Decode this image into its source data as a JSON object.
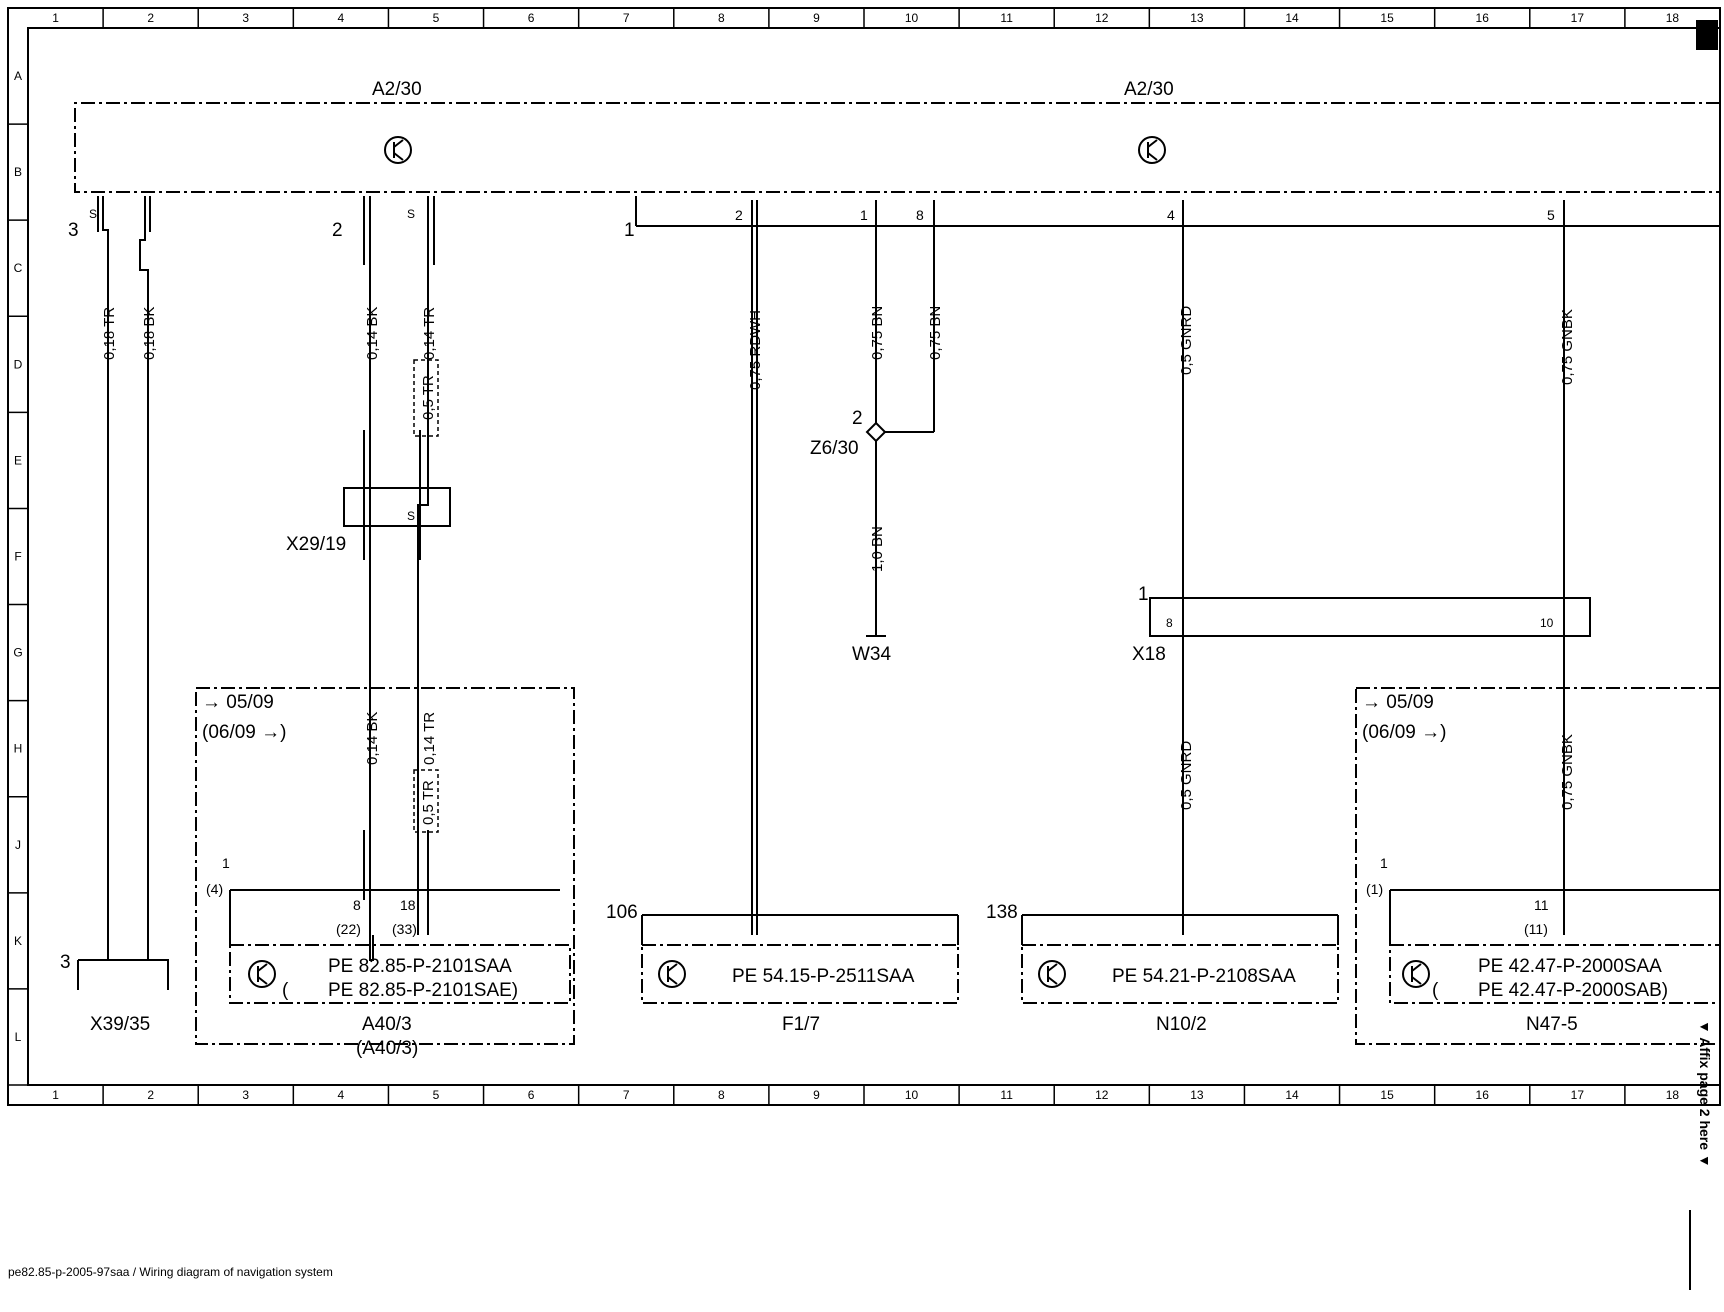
{
  "grid": {
    "columns": [
      "1",
      "2",
      "3",
      "4",
      "5",
      "6",
      "7",
      "8",
      "9",
      "10",
      "11",
      "12",
      "13",
      "14",
      "15",
      "16",
      "17",
      "18"
    ],
    "rows": [
      "A",
      "B",
      "C",
      "D",
      "E",
      "F",
      "G",
      "H",
      "J",
      "K",
      "L"
    ]
  },
  "control_unit": {
    "label_left": "A2/30",
    "label_right": "A2/30"
  },
  "pins_top": {
    "s1": "S",
    "s2": "S",
    "p3": "3",
    "p2": "2",
    "p1": "1",
    "w2": "2",
    "w1": "1",
    "w8": "8",
    "w4": "4",
    "w5": "5"
  },
  "wires": {
    "w_018tr": "0,18 TR",
    "w_018bk": "0,18 BK",
    "w_014bk_top": "0,14 BK",
    "w_014tr_top": "0,14 TR",
    "w_05tr_top": "0,5 TR",
    "w_075rdwh": "0,75 RDWH",
    "w_075bn_a": "0,75 BN",
    "w_075bn_b": "0,75 BN",
    "w_05gnrd_top": "0,5 GNRD",
    "w_075gnbk_top": "0,75 GNBK",
    "w_10bn": "1,0 BN",
    "w_014bk_bot": "0,14 BK",
    "w_014tr_bot": "0,14 TR",
    "w_05tr_bot": "0,5 TR",
    "w_05gnrd_bot": "0,5 GNRD",
    "w_075gnbk_bot": "0,75 GNBK"
  },
  "z6": {
    "pin": "2",
    "label": "Z6/30"
  },
  "w34": {
    "label": "W34"
  },
  "x29": {
    "label": "X29/19",
    "s": "S"
  },
  "x18": {
    "label": "X18",
    "pin1": "1",
    "pin8": "8",
    "pin10": "10"
  },
  "x39": {
    "label": "X39/35",
    "pin": "3"
  },
  "a40": {
    "from": "→ 05/09",
    "to": "(06/09 →)",
    "pin1": "1",
    "pin4": "(4)",
    "pin8": "8",
    "pin22": "(22)",
    "pin18": "18",
    "pin33": "(33)",
    "ref1": "PE 82.85-P-2101SAA",
    "ref2": "PE 82.85-P-2101SAE)",
    "ref2_open": "(",
    "label": "A40/3",
    "label2": "(A40/3)"
  },
  "f17": {
    "pin": "106",
    "ref": "PE 54.15-P-2511SAA",
    "label": "F1/7"
  },
  "n102": {
    "pin": "138",
    "ref": "PE 54.21-P-2108SAA",
    "label": "N10/2"
  },
  "n47": {
    "from": "→ 05/09",
    "to": "(06/09 →)",
    "pin1": "1",
    "pin1b": "(1)",
    "pin11": "11",
    "pin11b": "(11)",
    "ref1": "PE 42.47-P-2000SAA",
    "ref2": "PE 42.47-P-2000SAB)",
    "ref2_open": "(",
    "label": "N47-5"
  },
  "side_note": "▼ Affix page 2 here ▼",
  "footer": "pe82.85-p-2005-97saa / Wiring diagram of navigation system"
}
